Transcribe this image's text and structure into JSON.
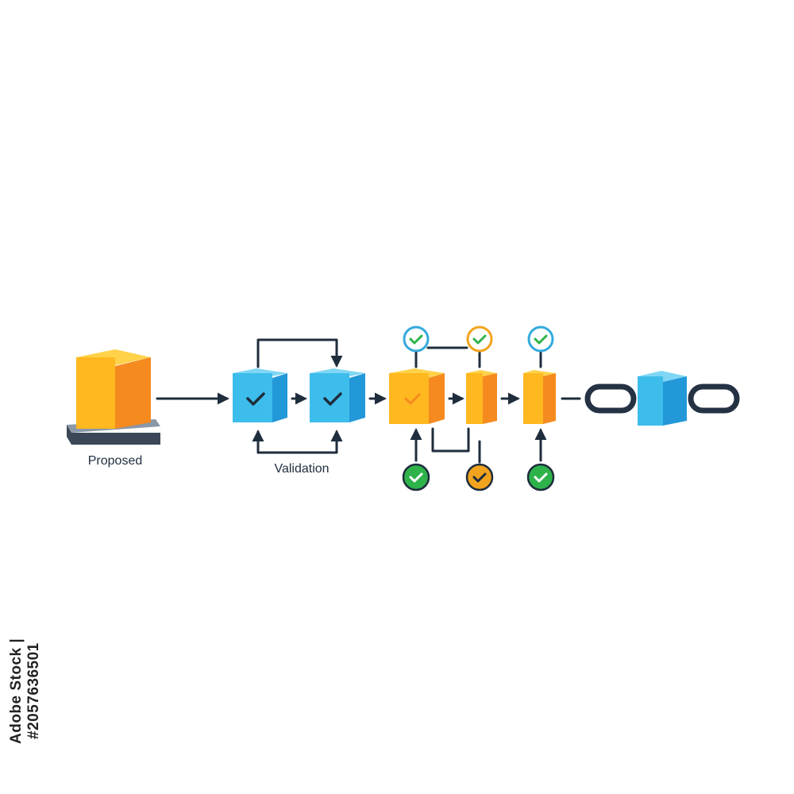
{
  "labels": {
    "proposed": "Proposed",
    "validation": "Validation"
  },
  "side_id": "Adobe Stock | #2057636501",
  "colors": {
    "yellow_front": "#FFB81F",
    "orange_side": "#F58A1F",
    "blue_front": "#3DBDEB",
    "blue_side": "#2398D8",
    "line": "#1F2D3D",
    "check_green": "#2EB34A",
    "check_orange": "#F2A31E",
    "ring_blue": "#33AADD"
  },
  "icons": [
    "block-cube-icon",
    "check-icon",
    "chain-link-icon",
    "arrow-icon"
  ]
}
